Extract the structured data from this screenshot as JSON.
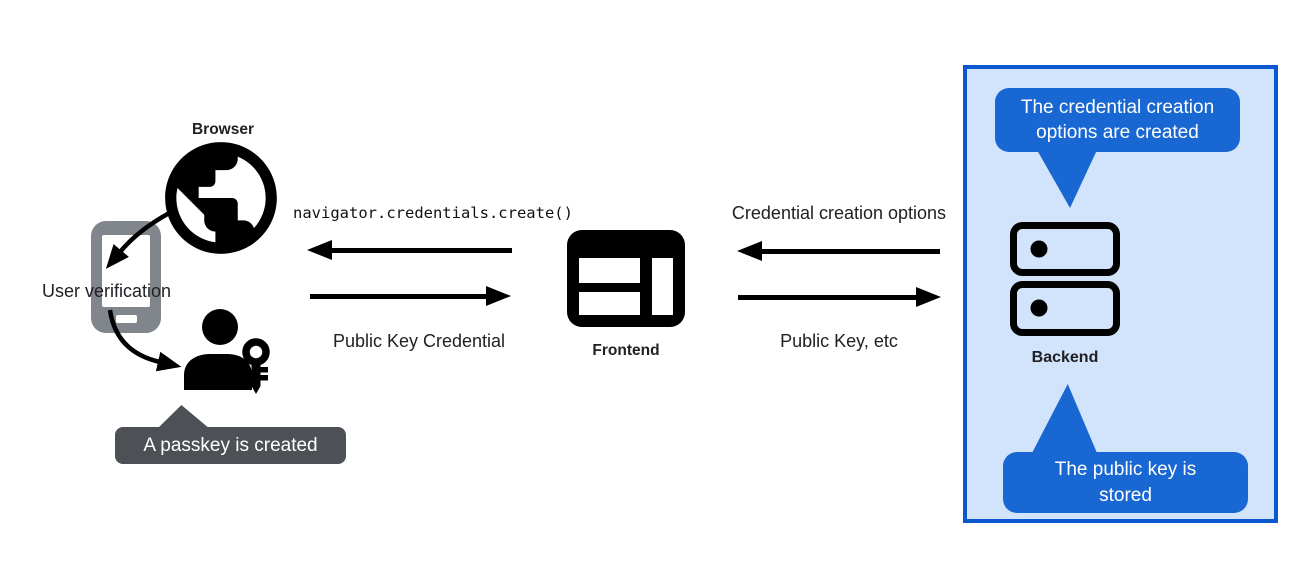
{
  "colors": {
    "ink": "#202124",
    "bubble_blue": "#1967d2",
    "panel_fill": "#d2e3fc",
    "panel_border": "#0b57d0",
    "tooltip_gray": "#4d5156",
    "phone_gray": "#80868b",
    "arrow_black": "#000000"
  },
  "device": {
    "browser_label": "Browser",
    "user_verification_label": "User verification",
    "passkey_tooltip": "A passkey is created",
    "icons": {
      "browser": "globe-icon",
      "device": "smartphone-icon",
      "user": "person-with-key-icon"
    }
  },
  "frontend": {
    "label": "Frontend",
    "icon": "browser-window-icon"
  },
  "backend": {
    "label": "Backend",
    "icon": "server-stack-icon",
    "bubble_top": "The credential creation options are created",
    "bubble_bottom": "The public key is stored"
  },
  "flows": {
    "frontend_to_browser": "navigator.credentials.create()",
    "browser_to_frontend": "Public Key Credential",
    "backend_to_frontend": "Credential creation options",
    "frontend_to_backend": "Public Key, etc"
  }
}
